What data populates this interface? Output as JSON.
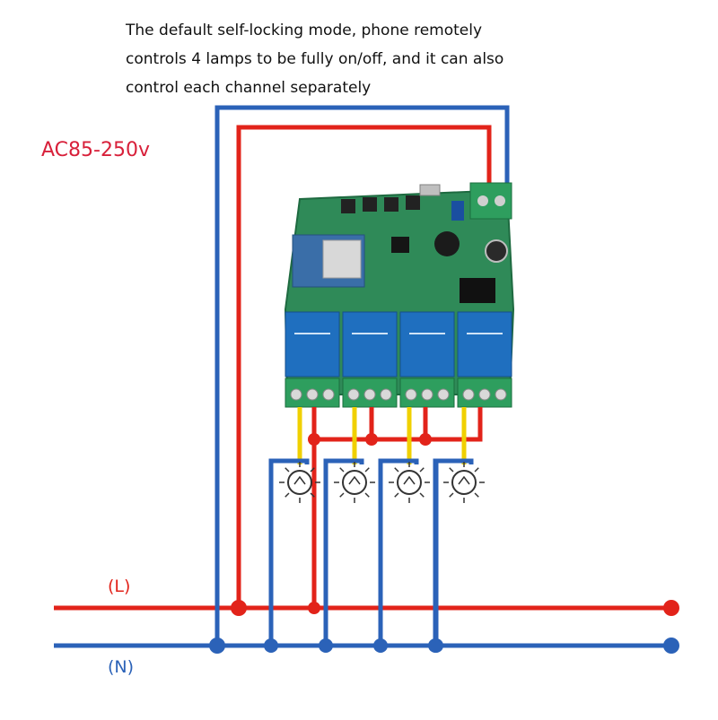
{
  "caption": {
    "line1": "The default self-locking mode, phone remotely",
    "line2": "controls 4 lamps to be fully on/off, and it can also",
    "line3": "control each channel separately"
  },
  "voltage_label": "AC85-250v",
  "live_label": "(L)",
  "neutral_label": "(N)",
  "lamp_count": 4,
  "relay_count": 4,
  "colors": {
    "live": "#e2231a",
    "neutral": "#2b62b8",
    "signal": "#f0d000",
    "board": "#2f8a58",
    "relay": "#1f6fbf",
    "terminal": "#2e9e5e",
    "voltage_text": "#d8203a"
  },
  "icons": {
    "lamp": "lightbulb-icon",
    "junction": "junction-dot"
  }
}
